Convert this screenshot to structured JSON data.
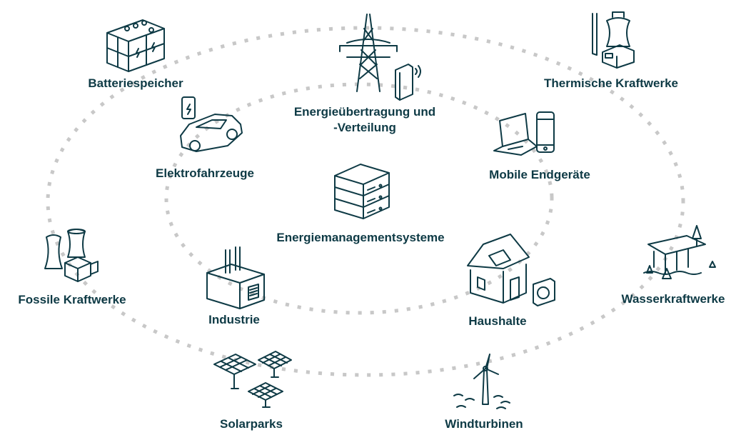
{
  "diagram": {
    "nodes": {
      "batteriespeicher": {
        "label": "Batteriespeicher",
        "icon": "battery-storage-icon"
      },
      "thermische": {
        "label": "Thermische Kraftwerke",
        "icon": "thermal-power-plant-icon"
      },
      "uebertragung": {
        "label_line1": "Energieübertragung und",
        "label_line2": "-Verteilung",
        "icon": "power-transmission-tower-icon"
      },
      "elektrofahrzeuge": {
        "label": "Elektrofahrzeuge",
        "icon": "electric-car-icon"
      },
      "mobile": {
        "label": "Mobile Endgeräte",
        "icon": "laptop-phone-icon"
      },
      "ems": {
        "label": "Energiemanagementsysteme",
        "icon": "server-stack-icon"
      },
      "fossile": {
        "label": "Fossile Kraftwerke",
        "icon": "cooling-tower-icon"
      },
      "industrie": {
        "label": "Industrie",
        "icon": "factory-icon"
      },
      "haushalte": {
        "label": "Haushalte",
        "icon": "house-solar-icon"
      },
      "wasser": {
        "label": "Wasserkraftwerke",
        "icon": "dam-icon"
      },
      "solarparks": {
        "label": "Solarparks",
        "icon": "solar-panels-icon"
      },
      "windturbinen": {
        "label": "Windturbinen",
        "icon": "wind-turbine-icon"
      }
    },
    "colors": {
      "primary": "#0e3a45",
      "dots": "#c8c8c8"
    }
  }
}
